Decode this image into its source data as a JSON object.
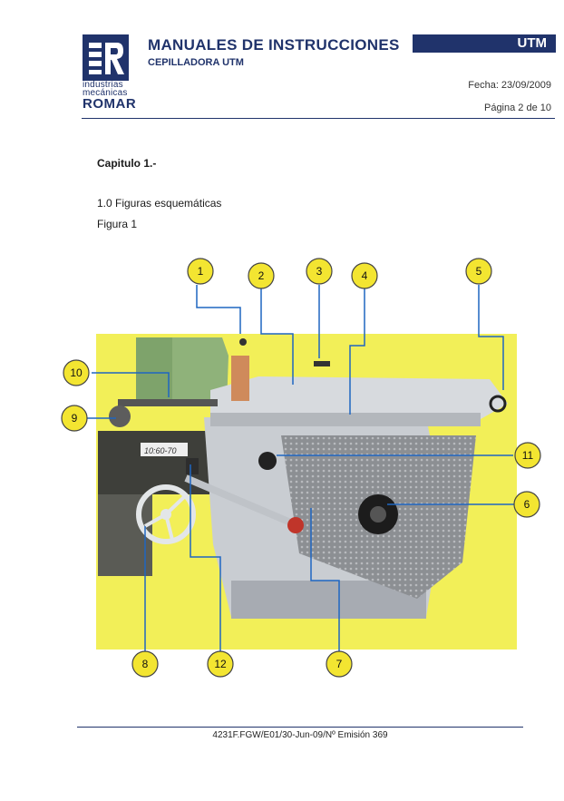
{
  "header": {
    "logo_lines": [
      "industrias",
      "mecánicas"
    ],
    "logo_brand": "ROMAR",
    "title": "MANUALES DE INSTRUCCIONES",
    "subtitle": "CEPILLADORA UTM",
    "model_tag": "UTM",
    "date": "Fecha: 23/09/2009",
    "page": "Página 2 de 10"
  },
  "body": {
    "chapter": "Capitulo 1.-",
    "section": "1.0 Figuras esquemáticas",
    "figure_label": "Figura 1"
  },
  "figure": {
    "plate_text": "10:60-70",
    "callouts": [
      "1",
      "2",
      "3",
      "4",
      "5",
      "6",
      "7",
      "8",
      "9",
      "10",
      "11",
      "12"
    ]
  },
  "footer": {
    "text": "4231F.FGW/E01/30-Jun-09/Nº Emisión 369"
  },
  "colors": {
    "brand_blue": "#20336b",
    "callout_yellow": "#f3e531",
    "leader_blue": "#1f66c1",
    "photo_background": "#f2ef58"
  }
}
